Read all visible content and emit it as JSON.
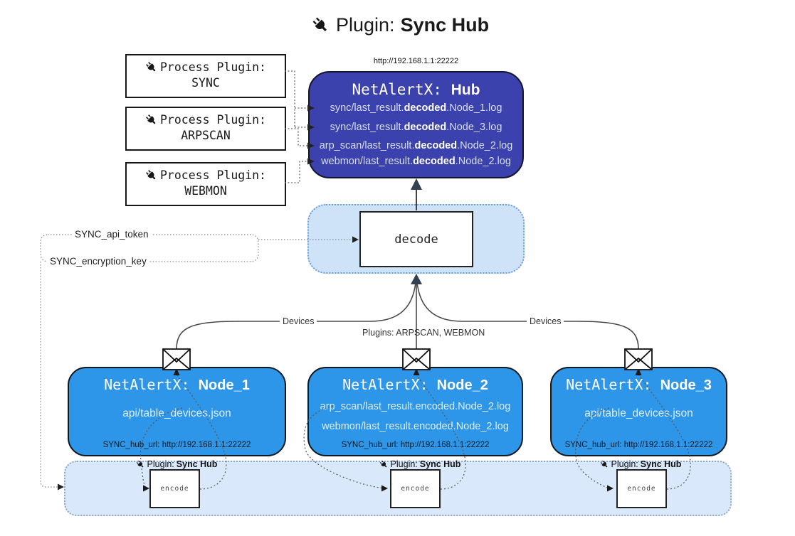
{
  "title": {
    "icon": "plug-icon",
    "prefix": "Plugin:",
    "name": "Sync Hub"
  },
  "process_plugins": [
    {
      "label": "Process Plugin:",
      "name": "SYNC"
    },
    {
      "label": "Process Plugin:",
      "name": "ARPSCAN"
    },
    {
      "label": "Process Plugin:",
      "name": "WEBMON"
    }
  ],
  "hub": {
    "url": "http://192.168.1.1:22222",
    "title_prefix": "NetAlertX:",
    "title_name": "Hub",
    "logs": [
      {
        "pre": "sync/last_result.",
        "bold": "decoded",
        "post": ".Node_1.log"
      },
      {
        "pre": "sync/last_result.",
        "bold": "decoded",
        "post": ".Node_3.log"
      },
      {
        "pre": "arp_scan/last_result.",
        "bold": "decoded",
        "post": ".Node_2.log"
      },
      {
        "pre": "webmon/last_result.",
        "bold": "decoded",
        "post": ".Node_2.log"
      }
    ]
  },
  "decode_box": {
    "label": "decode"
  },
  "settings": {
    "api_token": "SYNC_api_token",
    "encryption_key": "SYNC_encryption_key"
  },
  "edge_labels": {
    "devices_left": "Devices",
    "plugins_mid": "Plugins: ARPSCAN, WEBMON",
    "devices_right": "Devices"
  },
  "nodes": [
    {
      "title_prefix": "NetAlertX:",
      "title_name": "Node_1",
      "files": [
        "api/table_devices.json"
      ],
      "hub_url": "SYNC_hub_url: http://192.168.1.1:22222"
    },
    {
      "title_prefix": "NetAlertX:",
      "title_name": "Node_2",
      "files": [
        "arp_scan/last_result.encoded.Node_2.log",
        "webmon/last_result.encoded.Node_2.log"
      ],
      "hub_url": "SYNC_hub_url: http://192.168.1.1:22222"
    },
    {
      "title_prefix": "NetAlertX:",
      "title_name": "Node_3",
      "files": [
        "api/table_devices.json"
      ],
      "hub_url": "SYNC_hub_url: http://192.168.1.1:22222"
    }
  ],
  "band": {
    "plugin_prefix": "Plugin:",
    "plugin_name": "Sync Hub",
    "encode_label": "encode"
  },
  "colors": {
    "hub_fill": "#3b42ad",
    "node_fill": "#2e96e8",
    "decode_container_fill": "#cfe3f8",
    "band_fill": "#d9e9fb",
    "edge": "#4a4a4a"
  },
  "icons": {
    "plug": "plug-icon",
    "envelope": "envelope-icon"
  }
}
